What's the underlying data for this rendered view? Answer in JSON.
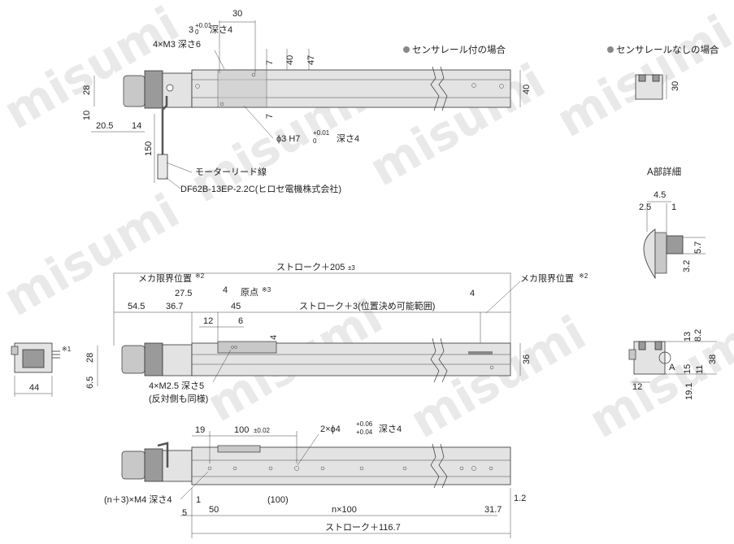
{
  "watermark": "misumi",
  "headers": {
    "with_rail": "センサレール付の場合",
    "without_rail": "センサレールなしの場合",
    "detail_a": "A部詳細"
  },
  "top_view": {
    "d_30": "30",
    "d_3_tol": "3",
    "d_3_tol_up": "+0.01",
    "d_3_tol_lo": "0",
    "d_3_depth": "深さ4",
    "d_4xm3": "4×M3 深さ6",
    "d_7a": "7",
    "d_40a": "40",
    "d_47": "47",
    "d_28": "28",
    "d_10": "10",
    "d_20_5": "20.5",
    "d_14": "14",
    "d_7b": "7",
    "d_40b": "40",
    "d_150": "150",
    "d_phi3": "ϕ3 H7",
    "d_phi3_up": "+0.01",
    "d_phi3_lo": "0",
    "d_phi3_depth": "深さ4",
    "motor_lead": "モーターリード線",
    "connector": "DF62B-13EP-2.2C(ヒロセ電機株式会社)"
  },
  "without_rail_view": {
    "d_30": "30"
  },
  "front_view": {
    "stroke_205": "ストローク＋205",
    "stroke_205_tol": "±3",
    "mech_limit_left": "メカ限界位置",
    "note_2a": "※2",
    "mech_limit_right": "メカ限界位置",
    "note_2b": "※2",
    "d_27_5": "27.5",
    "d_4a": "4",
    "origin": "原点",
    "note_3": "※3",
    "d_54_5": "54.5",
    "d_36_7": "36.7",
    "d_45": "45",
    "stroke_3": "ストローク＋3(位置決め可能範囲)",
    "d_4b": "4",
    "d_12": "12",
    "d_6": "6",
    "d_4c": "4",
    "d_28": "28",
    "d_36": "36",
    "d_6_5": "6.5",
    "m25": "4×M2.5 深さ5",
    "m25_note": "(反対側も同様)"
  },
  "side_view": {
    "note_1": "※1",
    "d_44": "44"
  },
  "detail": {
    "d_4_5": "4.5",
    "d_2_5": "2.5",
    "d_1": "1",
    "d_5_7": "5.7",
    "d_3_2": "3.2",
    "d_13": "13",
    "d_8_2": "8.2",
    "d_15": "15",
    "d_38": "38",
    "d_11": "11",
    "label_a": "A",
    "d_12": "12",
    "d_19_1": "19.1"
  },
  "bottom_view": {
    "d_19": "19",
    "d_100": "100",
    "d_100_tol": "±0.02",
    "pin": "2×ϕ4",
    "pin_up": "+0.06",
    "pin_lo": "+0.04",
    "pin_depth": "深さ4",
    "m4": "(n＋3)×M4 深さ4",
    "d_1": "1",
    "d_5": "5",
    "d_50": "50",
    "d_100p": "(100)",
    "n100": "n×100",
    "d_31_7": "31.7",
    "d_1_2": "1.2",
    "stroke_116": "ストローク＋116.7"
  }
}
